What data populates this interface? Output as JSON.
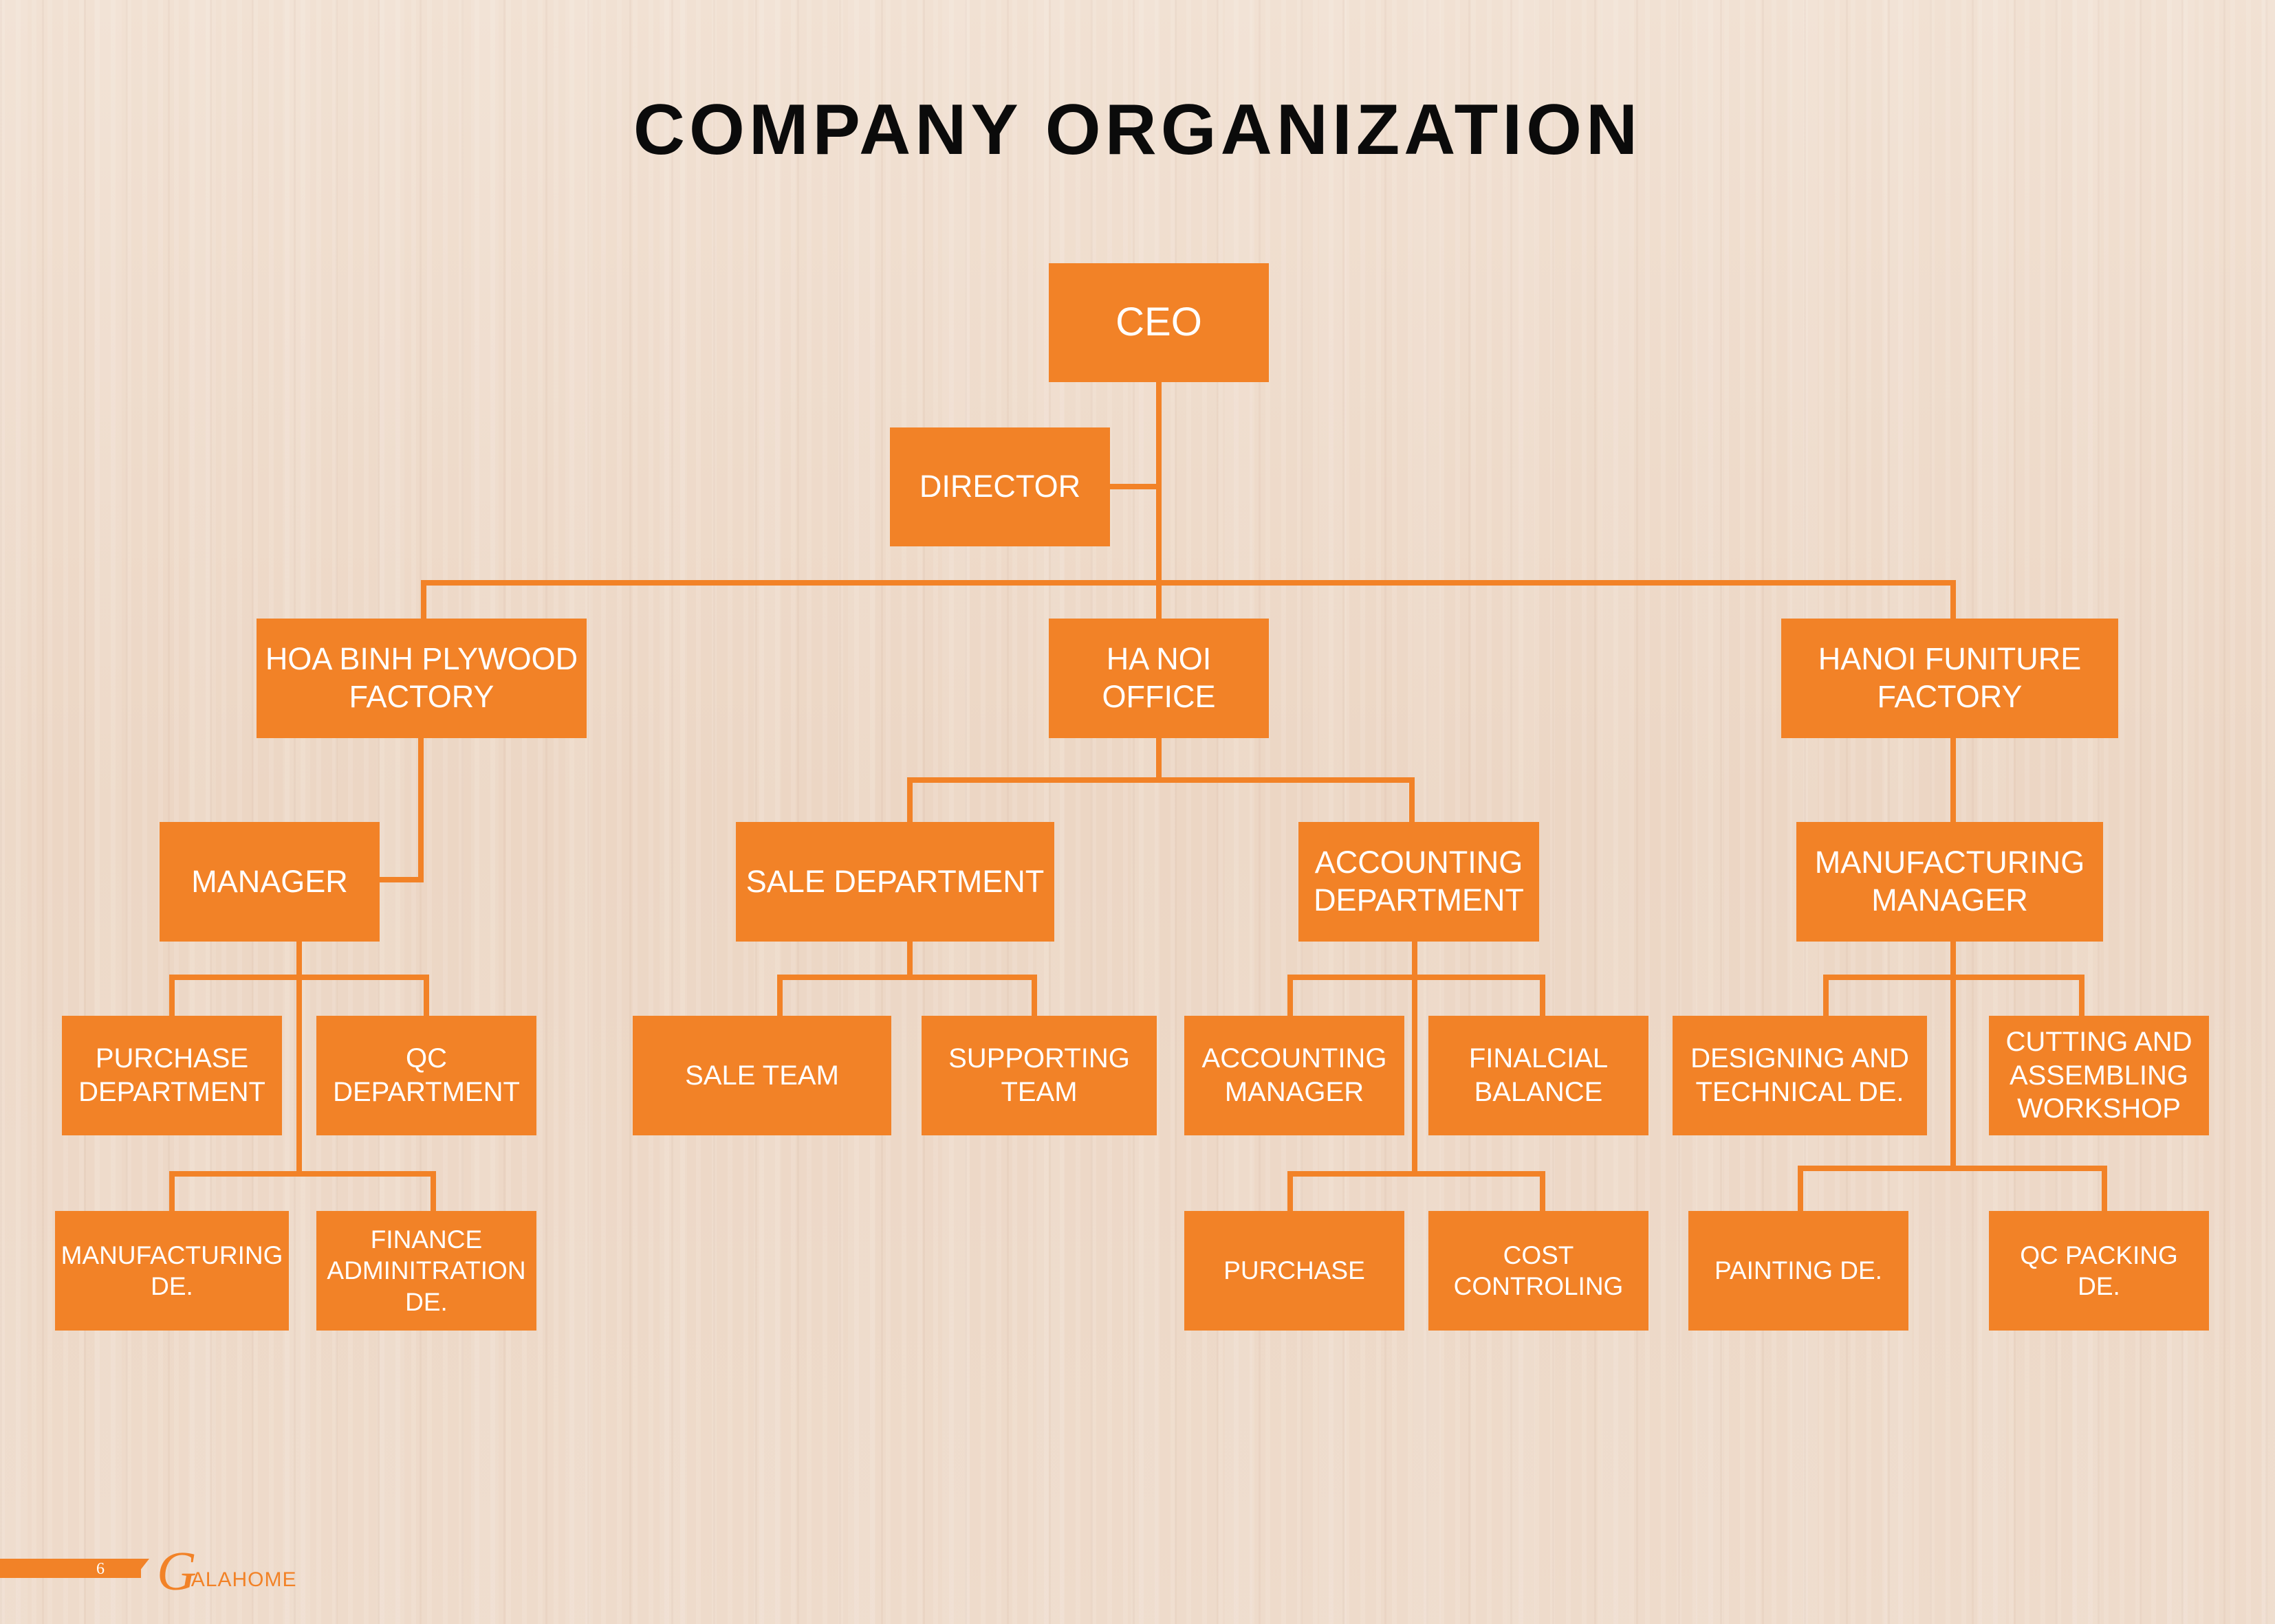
{
  "title": "COMPANY ORGANIZATION",
  "nodes": {
    "ceo": "CEO",
    "director": "DIRECTOR",
    "hoa_binh": "HOA BINH PLYWOOD\nFACTORY",
    "ha_noi_office": "HA NOI\nOFFICE",
    "hanoi_furniture": "HANOI FUNITURE\nFACTORY",
    "manager": "MANAGER",
    "sale_department": "SALE DEPARTMENT",
    "accounting_department": "ACCOUNTING\nDEPARTMENT",
    "manufacturing_manager": "MANUFACTURING\nMANAGER",
    "purchase_department": "PURCHASE\nDEPARTMENT",
    "qc_department": "QC\nDEPARTMENT",
    "sale_team": "SALE TEAM",
    "supporting_team": "SUPPORTING\nTEAM",
    "accounting_manager": "ACCOUNTING\nMANAGER",
    "finalcial_balance": "FINALCIAL\nBALANCE",
    "designing_technical": "DESIGNING AND\nTECHNICAL DE.",
    "cutting_assembling": "CUTTING AND\nASSEMBLING\nWORKSHOP",
    "manufacturing_de": "MANUFACTURING\nDE.",
    "finance_admin": "FINANCE\nADMINITRATION\nDE.",
    "purchase": "PURCHASE",
    "cost_controling": "COST\nCONTROLING",
    "painting_de": "PAINTING DE.",
    "qc_packing": "QC PACKING\nDE."
  },
  "footer": {
    "page_number": "6",
    "logo_initial": "G",
    "logo_text": "ALAHOME"
  },
  "colors": {
    "box": "#f28227",
    "line": "#f28227",
    "title": "#0b0b0b"
  }
}
